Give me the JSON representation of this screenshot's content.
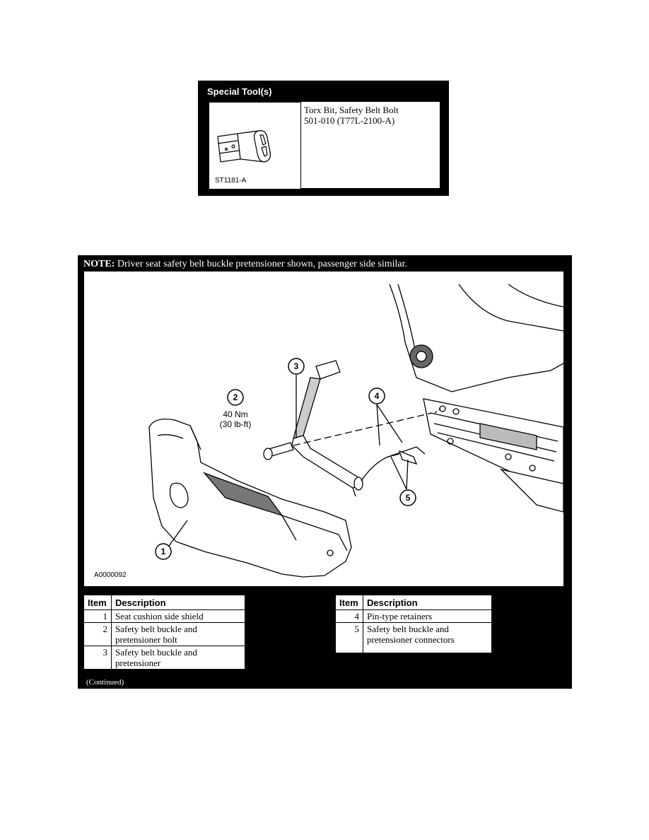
{
  "special_tool": {
    "title": "Special Tool(s)",
    "description_line1": "Torx Bit, Safety Belt Bolt",
    "description_line2": "501-010 (T77L-2100-A)",
    "image_code": "ST1181-A"
  },
  "figure": {
    "note_label": "NOTE:",
    "note_text": " Driver seat safety belt buckle pretensioner shown, passenger side similar.",
    "image_code": "A0000092",
    "torque_value": "40 Nm",
    "torque_alt": "(30 lb-ft)",
    "callouts": [
      "1",
      "2",
      "3",
      "4",
      "5"
    ]
  },
  "legend": {
    "headers": {
      "item": "Item",
      "description": "Description"
    },
    "left": [
      {
        "item": "1",
        "lines": [
          "Seat cushion side shield"
        ]
      },
      {
        "item": "2",
        "lines": [
          "Safety belt buckle and",
          "pretensioner bolt"
        ]
      },
      {
        "item": "3",
        "lines": [
          "Safety belt buckle and",
          "pretensioner"
        ]
      }
    ],
    "right": [
      {
        "item": "4",
        "lines": [
          "Pin-type retainers"
        ]
      },
      {
        "item": "5",
        "lines": [
          "Safety belt buckle and",
          "pretensioner connectors"
        ]
      }
    ],
    "continued": "(Continued)"
  }
}
